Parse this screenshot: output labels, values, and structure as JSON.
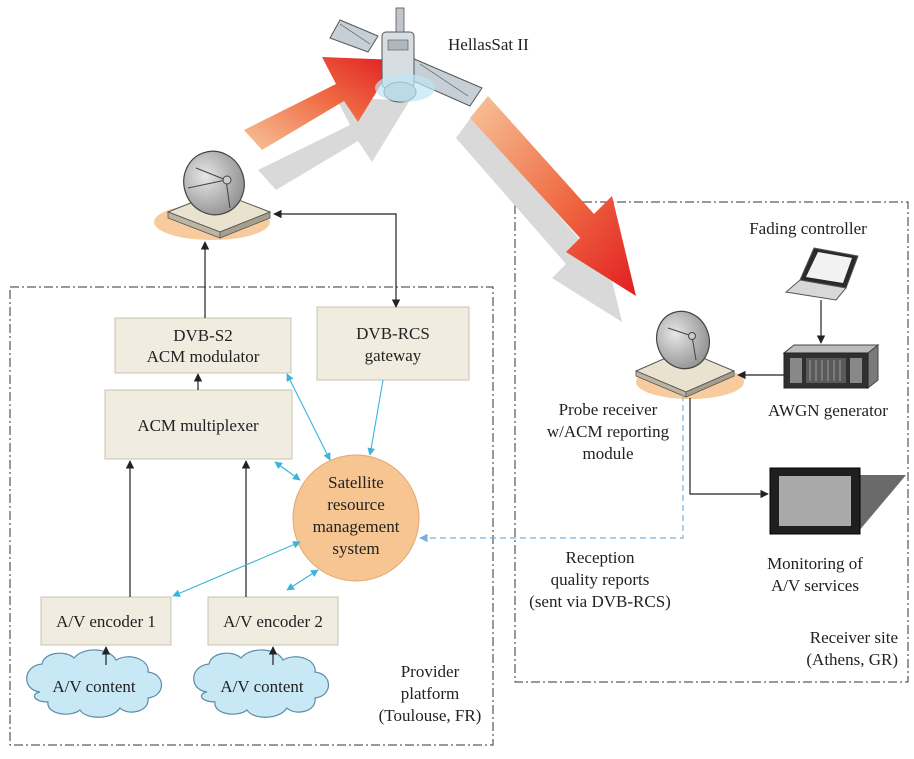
{
  "satellite": {
    "name": "HellasSat II",
    "icon": "satellite-icon"
  },
  "provider": {
    "label_lines": [
      "Provider",
      "platform",
      "(Toulouse, FR)"
    ],
    "dvbs2_modulator": [
      "DVB-S2",
      "ACM modulator"
    ],
    "dvbrcs_gateway": [
      "DVB-RCS",
      "gateway"
    ],
    "acm_multiplexer": "ACM multiplexer",
    "srm_system": [
      "Satellite",
      "resource",
      "management",
      "system"
    ],
    "encoder1": "A/V encoder 1",
    "encoder2": "A/V encoder 2",
    "content1": "A/V content",
    "content2": "A/V content",
    "dish_icon": "satellite-dish-icon",
    "cloud_icon": "cloud-icon"
  },
  "receiver": {
    "label_lines": [
      "Receiver site",
      "(Athens, GR)"
    ],
    "fading_controller": "Fading controller",
    "awgn_generator": "AWGN generator",
    "probe_receiver": [
      "Probe receiver",
      "w/ACM reporting",
      "module"
    ],
    "monitoring": [
      "Monitoring of",
      "A/V services"
    ],
    "laptop_icon": "laptop-icon",
    "rack_icon": "rack-server-icon",
    "tv_icon": "tv-monitor-icon"
  },
  "reports": {
    "label_lines": [
      "Reception",
      "quality reports",
      "(sent via DVB-RCS)"
    ]
  },
  "colors": {
    "cyan_link": "#3ab5d8",
    "dashed_link": "#7aaed9",
    "srm_fill": "#f6c592",
    "box_fill": "#f0ece0",
    "uplink_red": "#e8272a",
    "uplink_orange": "#f5b07a"
  }
}
